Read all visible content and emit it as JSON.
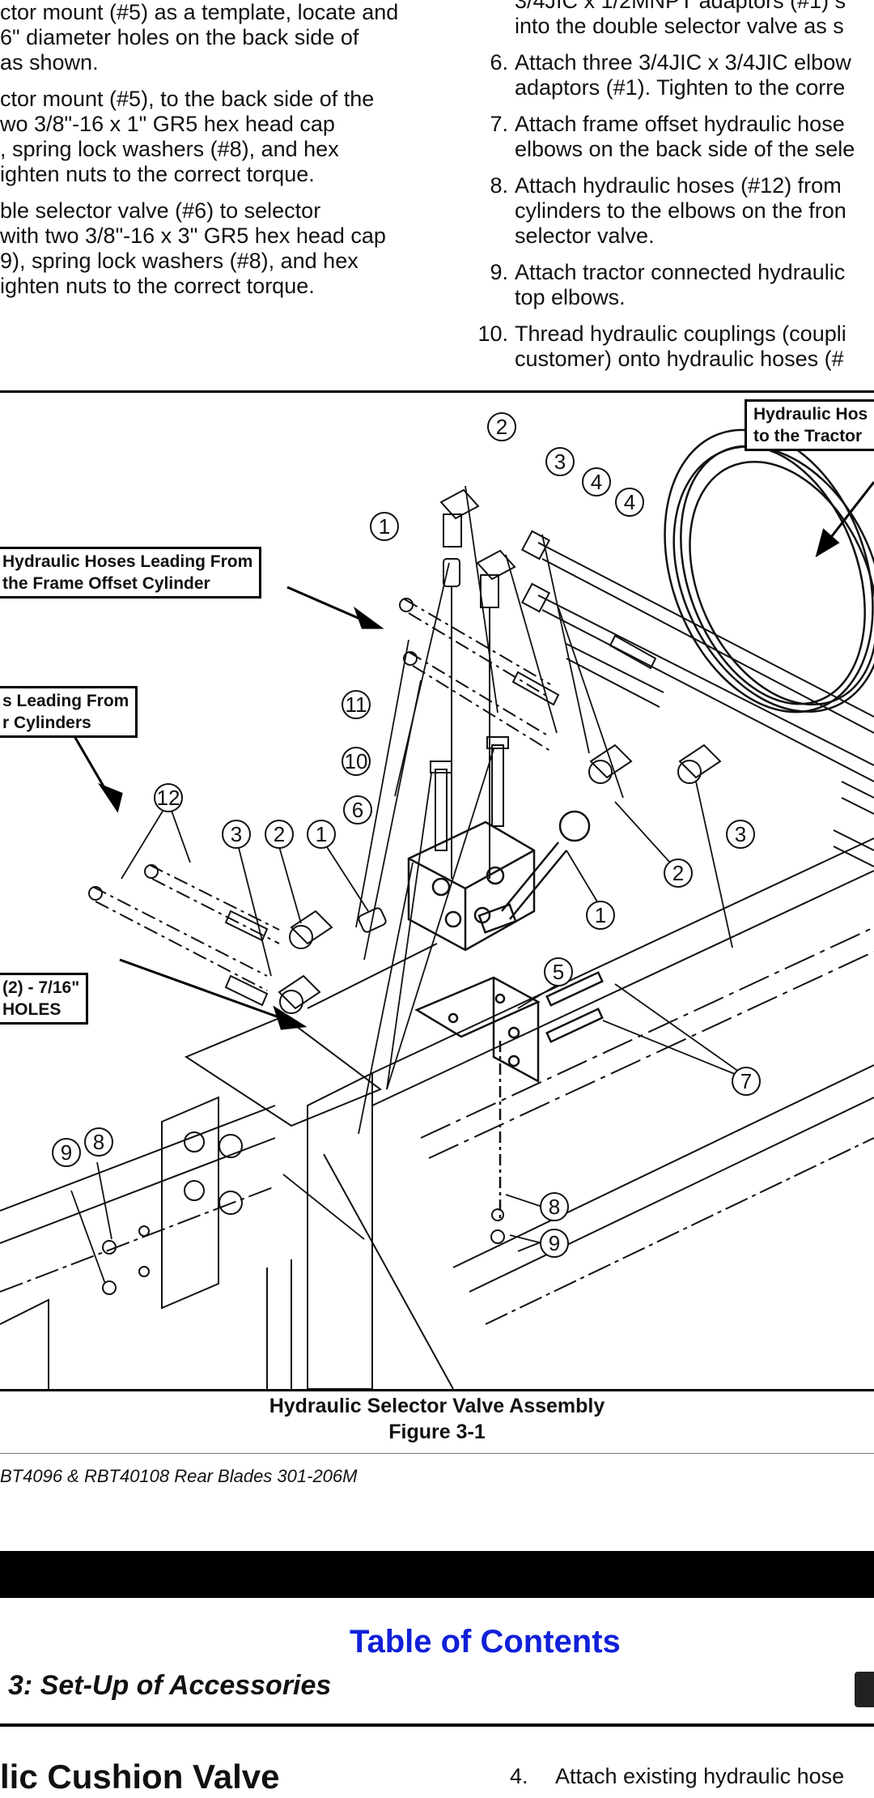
{
  "left_paragraphs": [
    "ctor mount (#5) as a template, locate and",
    "6\" diameter holes on the back side of",
    "as shown.",
    "ctor mount (#5), to the back side of the",
    "wo 3/8\"-16 x 1\" GR5 hex head cap",
    ", spring lock washers (#8), and hex",
    "ighten nuts to the correct torque.",
    "ble selector valve (#6) to selector",
    "with two 3/8\"-16 x 3\" GR5 hex head cap",
    "9), spring lock washers (#8), and hex",
    "ighten nuts to the correct torque."
  ],
  "right_top_partial": [
    "3/4JIC x 1/2MNPT adaptors (#1) s",
    "into the double selector valve as s"
  ],
  "steps": [
    {
      "num": "6.",
      "lines": [
        "Attach three 3/4JIC x 3/4JIC elbow",
        "adaptors (#1). Tighten to the corre"
      ]
    },
    {
      "num": "7.",
      "lines": [
        "Attach frame offset hydraulic hose",
        "elbows on the back side of the sele"
      ]
    },
    {
      "num": "8.",
      "lines": [
        "Attach hydraulic hoses (#12) from",
        "cylinders to the elbows on the fron",
        "selector valve."
      ]
    },
    {
      "num": "9.",
      "lines": [
        "Attach tractor connected hydraulic",
        "top elbows."
      ]
    },
    {
      "num": "10.",
      "lines": [
        "Thread hydraulic couplings (coupli",
        "customer) onto hydraulic hoses (#"
      ]
    }
  ],
  "callouts": {
    "tractor": "Hydraulic Hos\nto the Tractor",
    "frame_offset": "Hydraulic Hoses Leading From\nthe Frame Offset Cylinder",
    "cylinders": "s Leading From\nr Cylinders",
    "holes": "(2) - 7/16\"\nHOLES"
  },
  "part_labels": [
    "2",
    "3",
    "4",
    "4",
    "1",
    "11",
    "10",
    "6",
    "12",
    "3",
    "2",
    "1",
    "2",
    "3",
    "1",
    "5",
    "7",
    "9",
    "8",
    "8",
    "9"
  ],
  "caption": {
    "title": "Hydraulic Selector Valve Assembly",
    "figure": "Figure 3-1"
  },
  "footer": "BT4096 & RBT40108 Rear Blades   301-206M",
  "toc_link": "Table of Contents",
  "section_title": "3: Set-Up of Accessories",
  "heading": "lic Cushion Valve",
  "bottom_step": {
    "num": "4.",
    "text": "Attach existing hydraulic hose"
  }
}
